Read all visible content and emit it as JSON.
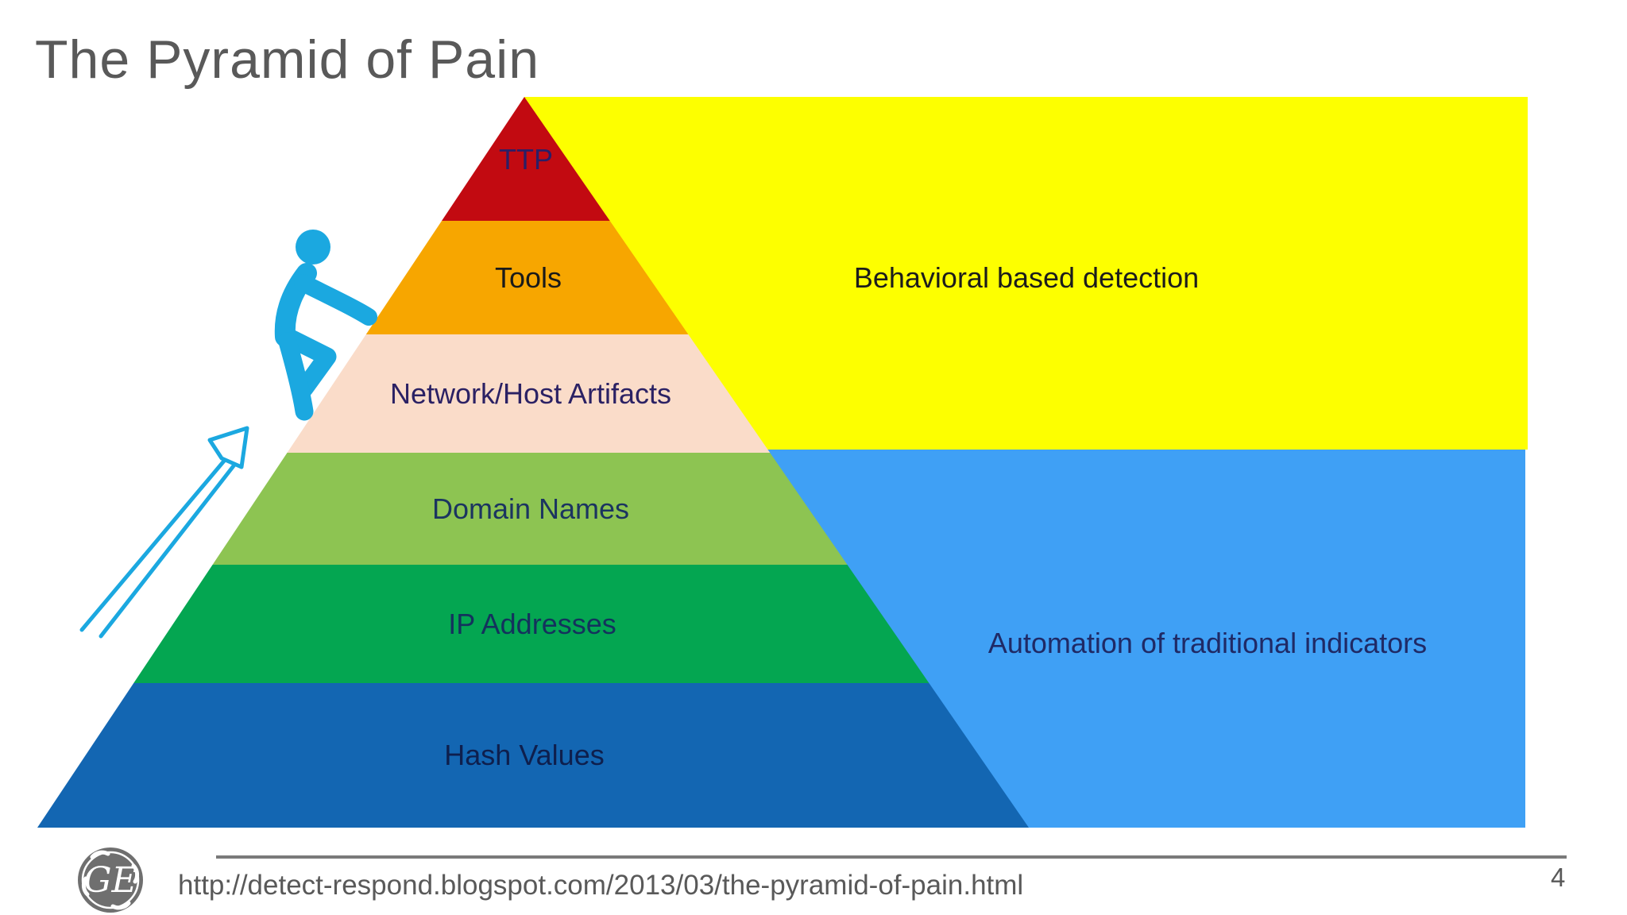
{
  "slide": {
    "title": "The Pyramid of Pain",
    "source_url": "http://detect-respond.blogspot.com/2013/03/the-pyramid-of-pain.html",
    "page_number": "4"
  },
  "pyramid": {
    "levels": [
      {
        "label": "TTP",
        "color": "#C20A11",
        "text_color": "#2B1E66"
      },
      {
        "label": "Tools",
        "color": "#F7A600",
        "text_color": "#1A1A1A"
      },
      {
        "label": "Network/Host Artifacts",
        "color": "#FADCC9",
        "text_color": "#2B2164"
      },
      {
        "label": "Domain Names",
        "color": "#8DC452",
        "text_color": "#1B3460"
      },
      {
        "label": "IP Addresses",
        "color": "#04A651",
        "text_color": "#14325D"
      },
      {
        "label": "Hash Values",
        "color": "#1366B2",
        "text_color": "#0E1F4D"
      }
    ]
  },
  "annotations": {
    "behavioral": {
      "label": "Behavioral based detection",
      "bg_color": "#FDFF00",
      "text_color": "#1C1C1C"
    },
    "automation": {
      "label": "Automation of traditional indicators",
      "bg_color": "#3FA0F5",
      "text_color": "#1F2A66"
    }
  },
  "icons": {
    "climber_color": "#1BA8E0",
    "arrow_color": "#1BA8E0",
    "logo_text": "GE",
    "logo_color": "#6F6F6F"
  }
}
